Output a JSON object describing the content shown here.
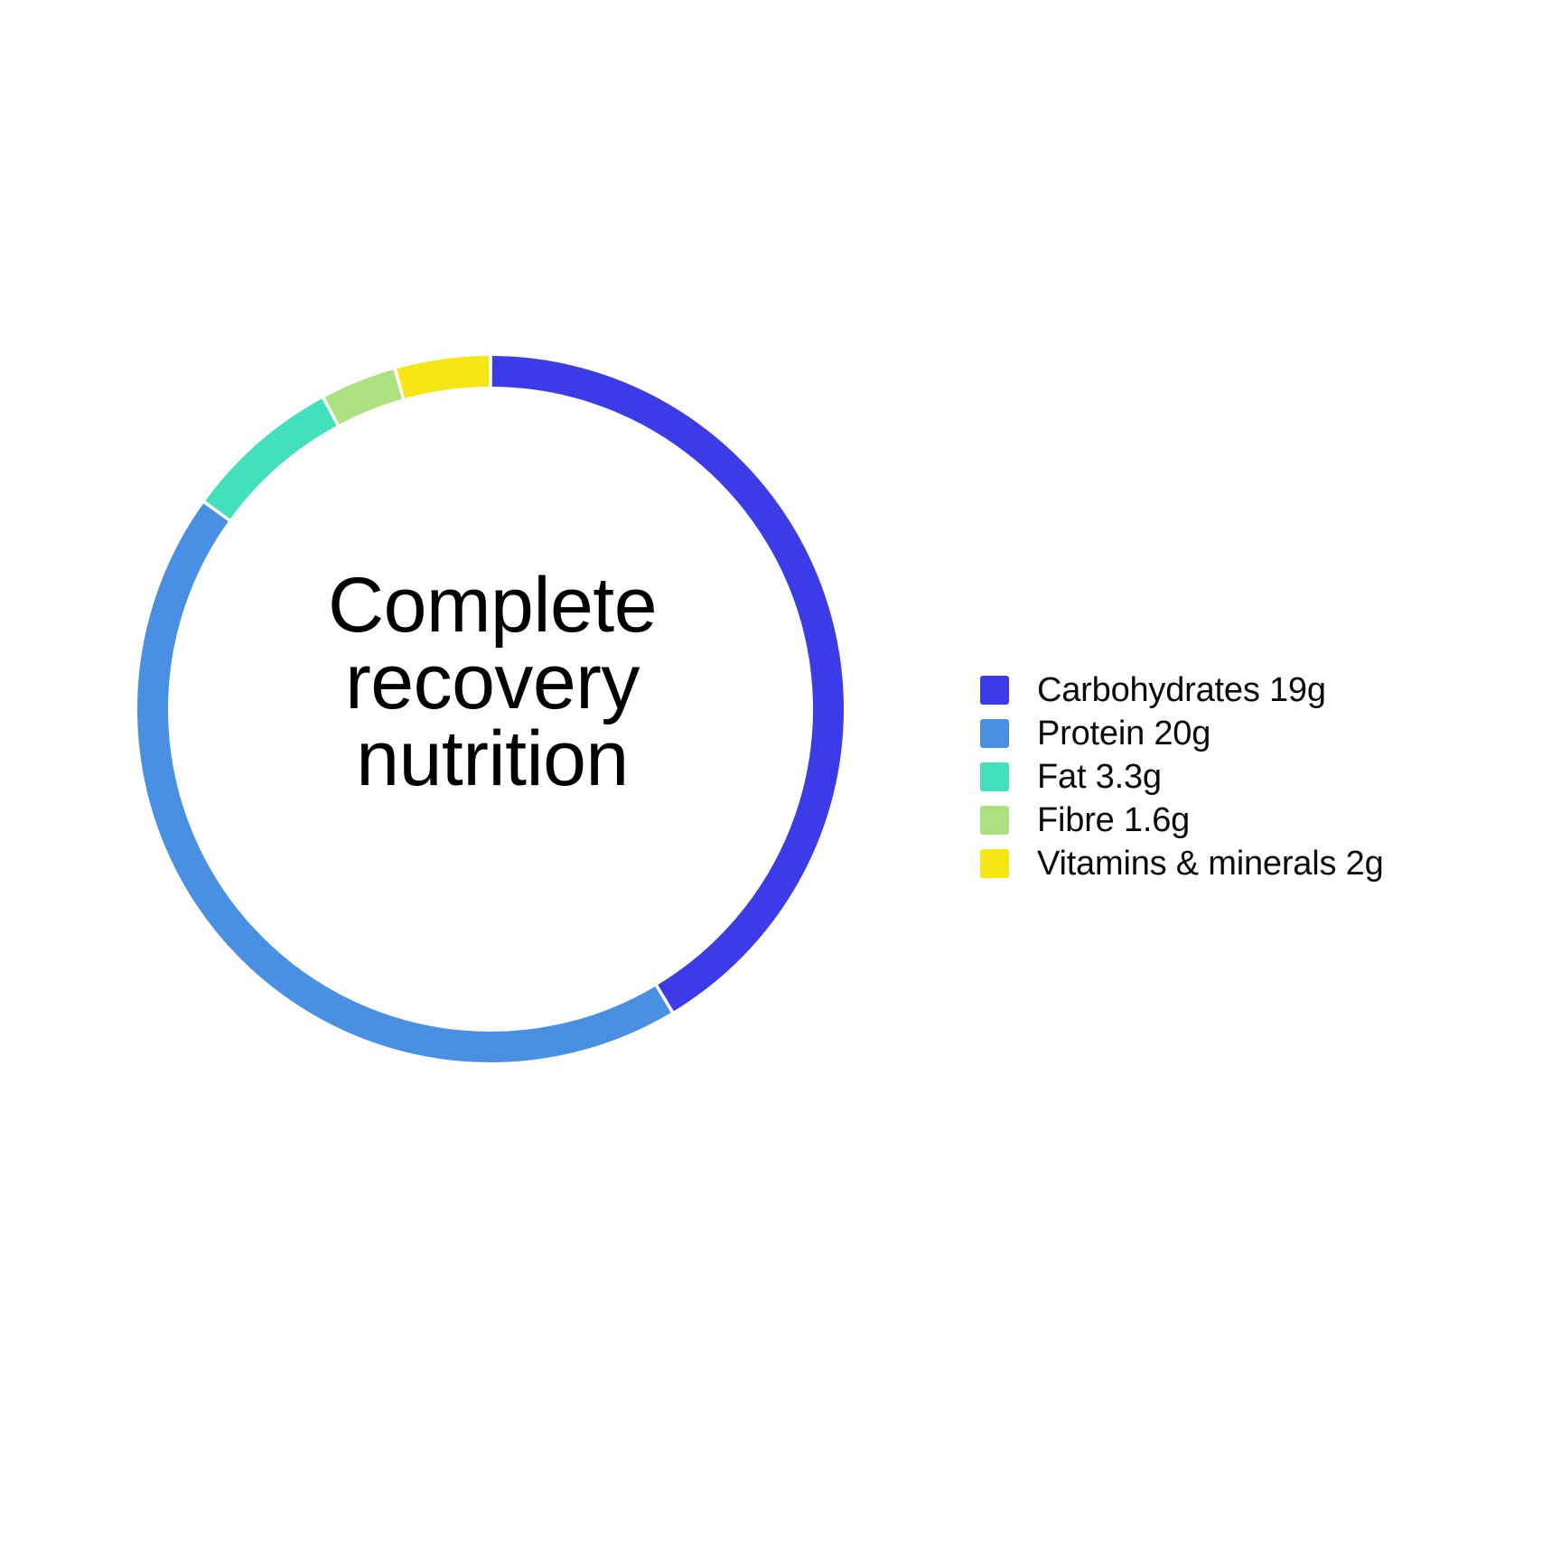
{
  "center_label": {
    "lines": [
      "Complete",
      "recovery",
      "nutrition"
    ],
    "full_text": "Complete recovery nutrition"
  },
  "legend": {
    "items": [
      {
        "label": "Carbohydrates 19g",
        "color": "#3B3CE8",
        "name": "Carbohydrates",
        "value": 19,
        "unit": "g"
      },
      {
        "label": "Protein 20g",
        "color": "#4A90E2",
        "name": "Protein",
        "value": 20,
        "unit": "g"
      },
      {
        "label": "Fat 3.3g",
        "color": "#43E0BD",
        "name": "Fat",
        "value": 3.3,
        "unit": "g"
      },
      {
        "label": "Fibre 1.6g",
        "color": "#ADE17F",
        "name": "Fibre",
        "value": 1.6,
        "unit": "g"
      },
      {
        "label": "Vitamins & minerals 2g",
        "color": "#F5E614",
        "name": "Vitamins & minerals",
        "value": 2,
        "unit": "g"
      }
    ]
  },
  "chart_data": {
    "type": "pie",
    "variant": "donut",
    "title": "Complete recovery nutrition",
    "subtitle": "",
    "xlabel": "",
    "ylabel": "",
    "unit": "g",
    "total": 45.9,
    "start_angle_deg": 0,
    "direction": "clockwise",
    "inner_radius_ratio": 0.9,
    "legend_position": "right",
    "grid": false,
    "categories": [
      "Carbohydrates",
      "Protein",
      "Fat",
      "Fibre",
      "Vitamins & minerals"
    ],
    "values": [
      19,
      20,
      3.3,
      1.6,
      2
    ],
    "percentages": [
      41.4,
      43.6,
      7.2,
      3.5,
      4.4
    ],
    "colors": [
      "#3B3CE8",
      "#4A90E2",
      "#43E0BD",
      "#ADE17F",
      "#F5E614"
    ],
    "labels": [
      "Carbohydrates 19g",
      "Protein 20g",
      "Fat 3.3g",
      "Fibre 1.6g",
      "Vitamins & minerals 2g"
    ],
    "background": "#FFFFFF"
  }
}
